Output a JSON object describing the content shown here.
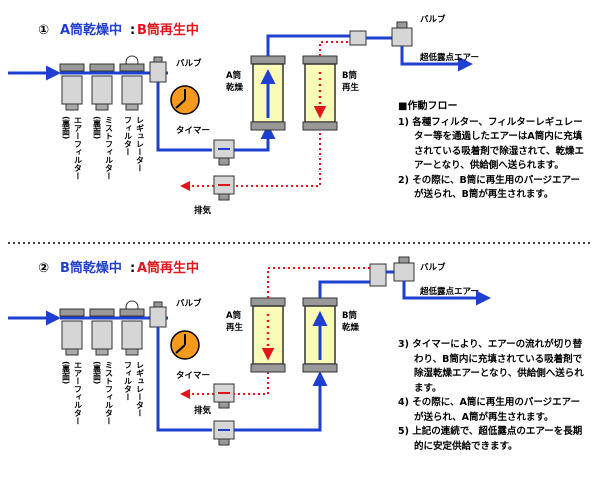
{
  "colors": {
    "dry_air": "#1f3fd0",
    "regen": "#e0161c",
    "vessel_fill": "#fbfbb8",
    "component_fill": "#d6d6d6"
  },
  "section1": {
    "num": "①",
    "a_label": "A筒乾燥中",
    "colon": ":",
    "b_label": "B筒再生中",
    "valve_label": "バルブ",
    "timer_label": "タイマー",
    "exhaust_label": "排気",
    "output_label": "超低露点エアー",
    "vessel_a": [
      "A筒",
      "乾燥"
    ],
    "vessel_b": [
      "B筒",
      "再生"
    ],
    "filters": [
      {
        "col1": "エアーフィルター",
        "col2": "(裏面)"
      },
      {
        "col1": "ミストフィルター",
        "col2": "(裏面)"
      },
      {
        "col1": "レギュレーター",
        "col2": "フィルター"
      }
    ]
  },
  "section2": {
    "num": "②",
    "a_label": "B筒乾燥中",
    "colon": ":",
    "b_label": "A筒再生中",
    "valve_label": "バルブ",
    "timer_label": "タイマー",
    "exhaust_label": "排気",
    "output_label": "超低露点エアー",
    "vessel_a": [
      "A筒",
      "再生"
    ],
    "vessel_b": [
      "B筒",
      "乾燥"
    ],
    "filters": [
      {
        "col1": "エアーフィルター",
        "col2": "(裏面)"
      },
      {
        "col1": "ミストフィルター",
        "col2": "(裏面)"
      },
      {
        "col1": "レギュレーター",
        "col2": "フィルター"
      }
    ]
  },
  "flow": {
    "heading": "■作動フロー",
    "items": [
      "1) 各種フィルター、フィルターレギュレーター等を通過したエアーはA筒内に充填されている吸着剤で除湿されて、乾燥エアーとなり、供給側へ送られます。",
      "2) その際に、B筒に再生用のパージエアーが送られ、B筒が再生されます。"
    ],
    "items2": [
      "3) タイマーにより、エアーの流れが切り替わり、B筒内に充填されている吸着剤で除湿乾燥エアーとなり、供給側へ送られます。",
      "4) その際に、A筒に再生用のパージエアーが送られ、A筒が再生されます。",
      "5) 上記の連続で、超低露点のエアーを長期的に安定供給できます。"
    ]
  }
}
